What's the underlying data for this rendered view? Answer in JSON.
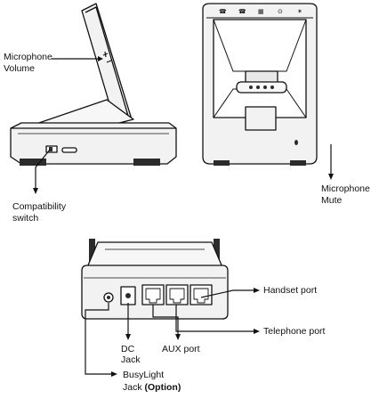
{
  "labels": {
    "microphone_volume": [
      "Microphone",
      "Volume"
    ],
    "compatibility_switch": [
      "Compatibility",
      "switch"
    ],
    "microphone_mute": [
      "Microphone",
      "Mute"
    ],
    "handset_port": "Handset port",
    "telephone_port": "Telephone port",
    "aux_port": "AUX port",
    "dc_jack": [
      "DC",
      "Jack"
    ],
    "busylight_jack": "BusyLight",
    "busylight_jack_2": "Jack",
    "busylight_option": "(Option)"
  },
  "top_icons": [
    "☎",
    "☎",
    "▦",
    "⊙",
    "✶"
  ],
  "colors": {
    "line": "#111111",
    "body_fill": "#f2f2f2",
    "dark_fill": "#2b2b2b"
  }
}
